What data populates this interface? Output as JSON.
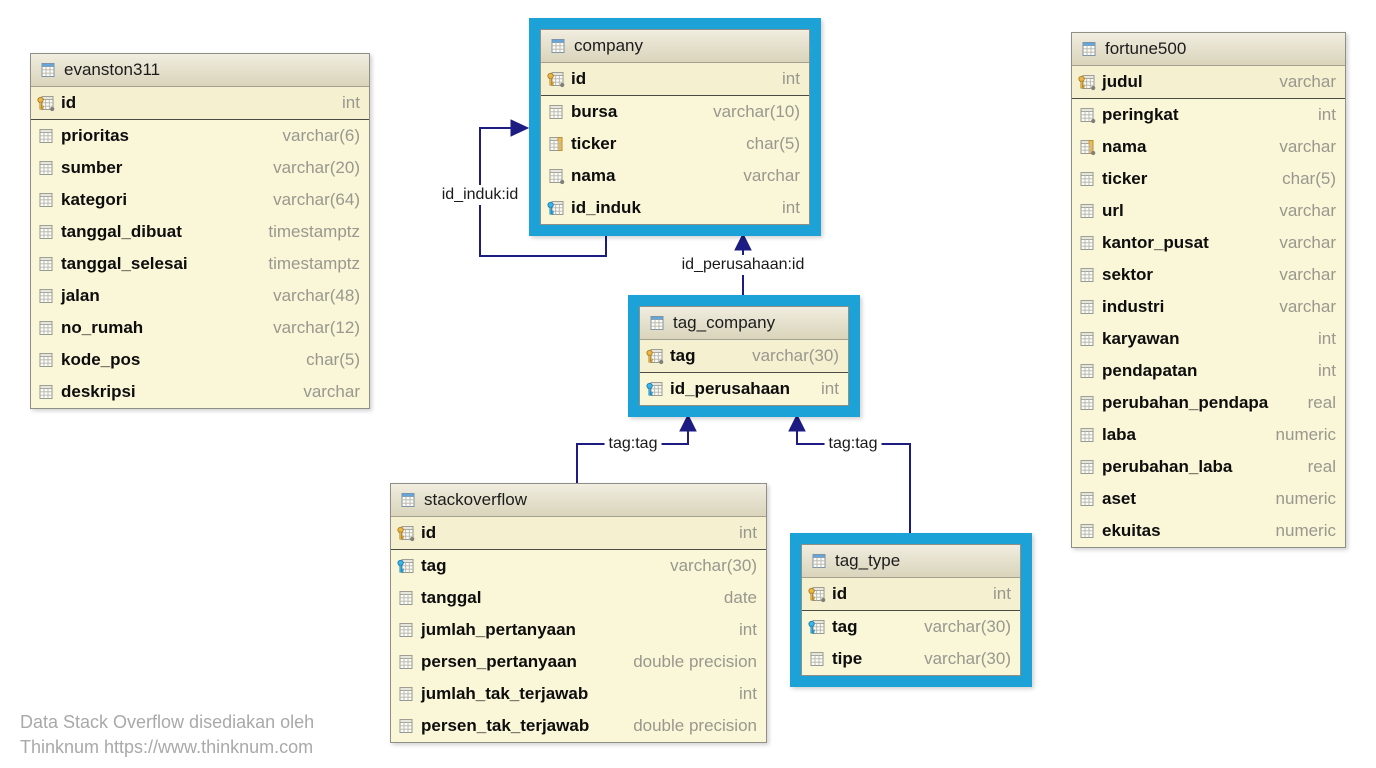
{
  "diagram_title": "database-schema-diagram",
  "colors": {
    "highlight_border": "#1da2d8",
    "relationship_line": "#1c1c82",
    "table_body": "#faf6d8",
    "table_key_row": "#f5f0d0",
    "table_header_top": "#f1ede0",
    "table_header_bottom": "#d9d4ba",
    "type_text": "#98988e",
    "primary_key_icon": "#edb544",
    "foreign_key_icon": "#3db5e8",
    "attribution_text": "#a9a9a9"
  },
  "tables": [
    {
      "id": "evanston311",
      "name": "evanston311",
      "highlighted": false,
      "columns": [
        {
          "name": "id",
          "type": "int",
          "icon": "primary-key",
          "key": true
        },
        {
          "name": "prioritas",
          "type": "varchar(6)",
          "icon": "column"
        },
        {
          "name": "sumber",
          "type": "varchar(20)",
          "icon": "column"
        },
        {
          "name": "kategori",
          "type": "varchar(64)",
          "icon": "column"
        },
        {
          "name": "tanggal_dibuat",
          "type": "timestamptz",
          "icon": "column"
        },
        {
          "name": "tanggal_selesai",
          "type": "timestamptz",
          "icon": "column"
        },
        {
          "name": "jalan",
          "type": "varchar(48)",
          "icon": "column"
        },
        {
          "name": "no_rumah",
          "type": "varchar(12)",
          "icon": "column"
        },
        {
          "name": "kode_pos",
          "type": "char(5)",
          "icon": "column"
        },
        {
          "name": "deskripsi",
          "type": "varchar",
          "icon": "column"
        }
      ]
    },
    {
      "id": "company",
      "name": "company",
      "highlighted": true,
      "columns": [
        {
          "name": "id",
          "type": "int",
          "icon": "primary-key",
          "key": true
        },
        {
          "name": "bursa",
          "type": "varchar(10)",
          "icon": "column"
        },
        {
          "name": "ticker",
          "type": "char(5)",
          "icon": "indexed"
        },
        {
          "name": "nama",
          "type": "varchar",
          "icon": "nullable"
        },
        {
          "name": "id_induk",
          "type": "int",
          "icon": "foreign-key"
        }
      ]
    },
    {
      "id": "tag_company",
      "name": "tag_company",
      "highlighted": true,
      "columns": [
        {
          "name": "tag",
          "type": "varchar(30)",
          "icon": "primary-key",
          "key": true
        },
        {
          "name": "id_perusahaan",
          "type": "int",
          "icon": "foreign-key"
        }
      ]
    },
    {
      "id": "fortune500",
      "name": "fortune500",
      "highlighted": false,
      "columns": [
        {
          "name": "judul",
          "type": "varchar",
          "icon": "primary-key",
          "key": true
        },
        {
          "name": "peringkat",
          "type": "int",
          "icon": "nullable"
        },
        {
          "name": "nama",
          "type": "varchar",
          "icon": "indexed-nullable"
        },
        {
          "name": "ticker",
          "type": "char(5)",
          "icon": "column"
        },
        {
          "name": "url",
          "type": "varchar",
          "icon": "column"
        },
        {
          "name": "kantor_pusat",
          "type": "varchar",
          "icon": "column"
        },
        {
          "name": "sektor",
          "type": "varchar",
          "icon": "column"
        },
        {
          "name": "industri",
          "type": "varchar",
          "icon": "column"
        },
        {
          "name": "karyawan",
          "type": "int",
          "icon": "column"
        },
        {
          "name": "pendapatan",
          "type": "int",
          "icon": "column"
        },
        {
          "name": "perubahan_pendapa",
          "type": "real",
          "icon": "column"
        },
        {
          "name": "laba",
          "type": "numeric",
          "icon": "column"
        },
        {
          "name": "perubahan_laba",
          "type": "real",
          "icon": "column"
        },
        {
          "name": "aset",
          "type": "numeric",
          "icon": "column"
        },
        {
          "name": "ekuitas",
          "type": "numeric",
          "icon": "column"
        }
      ]
    },
    {
      "id": "stackoverflow",
      "name": "stackoverflow",
      "highlighted": false,
      "columns": [
        {
          "name": "id",
          "type": "int",
          "icon": "primary-key",
          "key": true
        },
        {
          "name": "tag",
          "type": "varchar(30)",
          "icon": "foreign-key"
        },
        {
          "name": "tanggal",
          "type": "date",
          "icon": "column"
        },
        {
          "name": "jumlah_pertanyaan",
          "type": "int",
          "icon": "column"
        },
        {
          "name": "persen_pertanyaan",
          "type": "double precision",
          "icon": "column"
        },
        {
          "name": "jumlah_tak_terjawab",
          "type": "int",
          "icon": "column"
        },
        {
          "name": "persen_tak_terjawab",
          "type": "double precision",
          "icon": "column"
        }
      ]
    },
    {
      "id": "tag_type",
      "name": "tag_type",
      "highlighted": true,
      "columns": [
        {
          "name": "id",
          "type": "int",
          "icon": "primary-key",
          "key": true
        },
        {
          "name": "tag",
          "type": "varchar(30)",
          "icon": "foreign-key"
        },
        {
          "name": "tipe",
          "type": "varchar(30)",
          "icon": "column"
        }
      ]
    }
  ],
  "relationships": [
    {
      "id": "company-self",
      "label": "id_induk:id",
      "from": "company.id_induk",
      "to": "company.id"
    },
    {
      "id": "tag_company-company",
      "label": "id_perusahaan:id",
      "from": "tag_company.id_perusahaan",
      "to": "company.id"
    },
    {
      "id": "stackoverflow-tag_company",
      "label": "tag:tag",
      "from": "stackoverflow.tag",
      "to": "tag_company.tag"
    },
    {
      "id": "tag_type-tag_company",
      "label": "tag:tag",
      "from": "tag_type.tag",
      "to": "tag_company.tag"
    }
  ],
  "attribution": {
    "line1": "Data Stack Overflow disediakan oleh",
    "line2": "Thinknum https://www.thinknum.com"
  }
}
